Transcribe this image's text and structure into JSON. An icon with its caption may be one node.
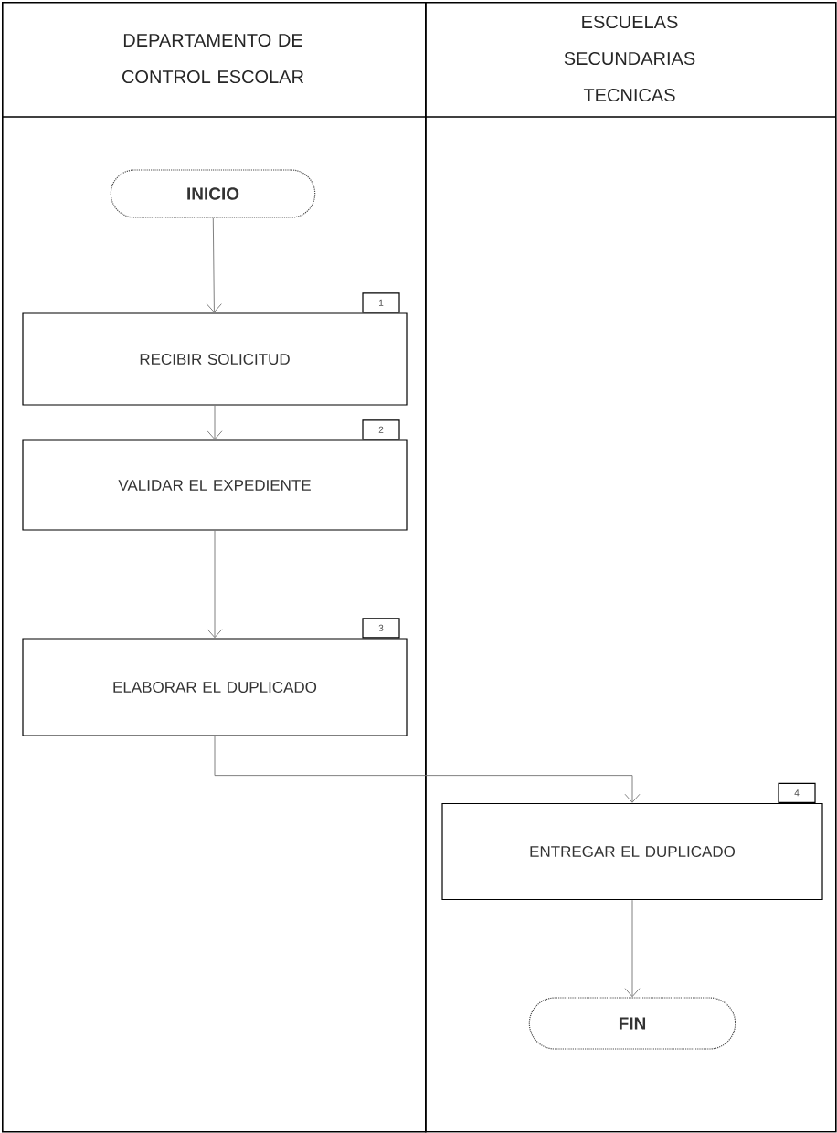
{
  "diagram": {
    "nodes": [
      {
        "text": [
          "DEPARTAMENTO DE CONTROL ESCOLAR"
        ]
      },
      {
        "text": [
          "ESCUELAS SECUNDARIAS TECNICAS"
        ]
      },
      {
        "text": [
          "INICIO"
        ],
        "in": 0
      },
      {
        "text": [
          "RECIBIR SOLICITUD"
        ],
        "in": 0,
        "beside": [
          "1"
        ]
      },
      {
        "text": [
          "VALIDAR EL EXPEDIENTE"
        ],
        "in": 0,
        "beside": [
          "2"
        ]
      },
      {
        "text": [
          "ELABORAR EL DUPLICADO"
        ],
        "in": 0,
        "beside": [
          "3"
        ]
      },
      {
        "text": [
          "ENTREGAR EL DUPLICADO"
        ],
        "in": 1,
        "beside": [
          "4"
        ]
      },
      {
        "text": [
          "FIN"
        ],
        "in": 1
      }
    ],
    "edges": [
      {
        "from": 2,
        "to": 3,
        "arrow": "to"
      },
      {
        "from": 3,
        "to": 4,
        "arrow": "to"
      },
      {
        "from": 4,
        "to": 5,
        "arrow": "to"
      },
      {
        "from": 5,
        "to": 6,
        "arrow": "to"
      },
      {
        "from": 6,
        "to": 7,
        "arrow": "to"
      }
    ]
  }
}
